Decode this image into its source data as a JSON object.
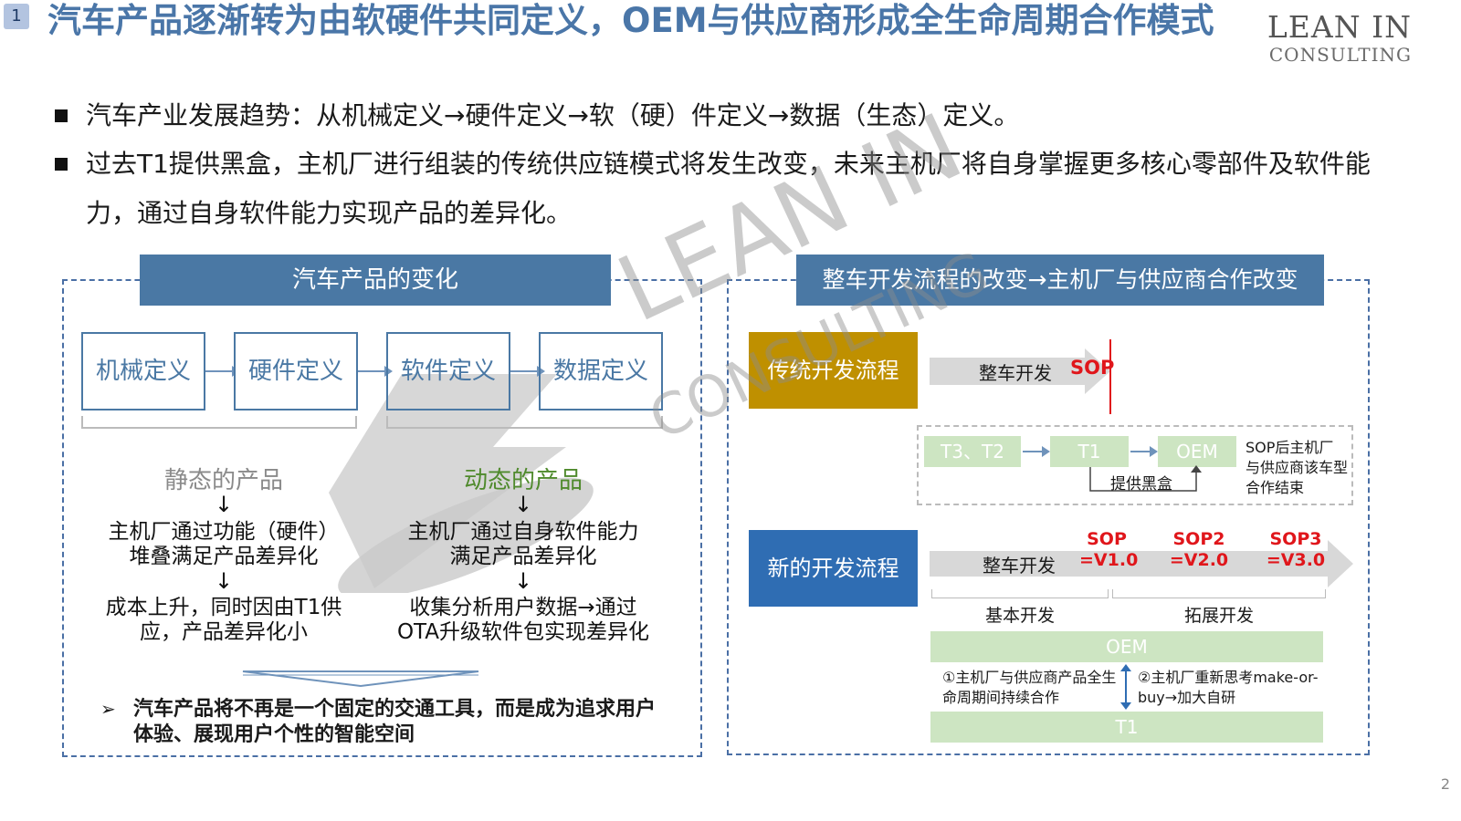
{
  "header": {
    "page_badge": "1",
    "title": "汽车产品逐渐转为由软硬件共同定义，OEM与供应商形成全生命周期合作模式",
    "logo_line1": "LEAN IN",
    "logo_line2": "CONSULTING"
  },
  "bullets": [
    "汽车产业发展趋势：从机械定义→硬件定义→软（硬）件定义→数据（生态）定义。",
    "过去T1提供黑盒，主机厂进行组装的传统供应链模式将发生改变，未来主机厂将自身掌握更多核心零部件及软件能力，通过自身软件能力实现产品的差异化。"
  ],
  "left_panel": {
    "heading": "汽车产品的变化",
    "stages": [
      "机械定义",
      "硬件定义",
      "软件定义",
      "数据定义"
    ],
    "static": {
      "label": "静态的产品",
      "arrow1": "↓",
      "text1": "主机厂通过功能（硬件）\n堆叠满足产品差异化",
      "arrow2": "↓",
      "text2": "成本上升，同时因由T1供\n应，产品差异化小"
    },
    "dynamic": {
      "label": "动态的产品",
      "arrow1": "↓",
      "text1": "主机厂通过自身软件能力\n满足产品差异化",
      "arrow2": "↓",
      "text2": "收集分析用户数据→通过\nOTA升级软件包实现差异化"
    },
    "conclusion_marker": "➢",
    "conclusion": "汽车产品将不再是一个固定的交通工具，而是成为追求用户体验、展现用户个性的智能空间"
  },
  "right_panel": {
    "heading": "整车开发流程的改变→主机厂与供应商合作改变",
    "traditional": {
      "label": "传统开发流程",
      "bar_text": "整车开发",
      "sop": "SOP",
      "chain": [
        "T3、T2",
        "T1",
        "OEM"
      ],
      "blackbox": "提供黑盒",
      "note": "SOP后主机厂与供应商该车型合作结束"
    },
    "new": {
      "label": "新的开发流程",
      "bar_text": "整车开发",
      "sops": [
        "SOP\n=V1.0",
        "SOP2\n=V2.0",
        "SOP3\n=V3.0"
      ],
      "phase1": "基本开发",
      "phase2": "拓展开发",
      "oem": "OEM",
      "t1": "T1",
      "note1": "①主机厂与供应商产品全生命周期间持续合作",
      "note2": "②主机厂重新思考make-or-buy→加大自研"
    }
  },
  "watermark": {
    "line1": "LEAN IN",
    "line2": "CONSULTING"
  },
  "page_number": "2",
  "colors": {
    "title_blue": "#4a76a8",
    "panel_blue": "#4a78a4",
    "gold": "#bf9000",
    "green": "#cde5c2",
    "red": "#e0161b"
  }
}
